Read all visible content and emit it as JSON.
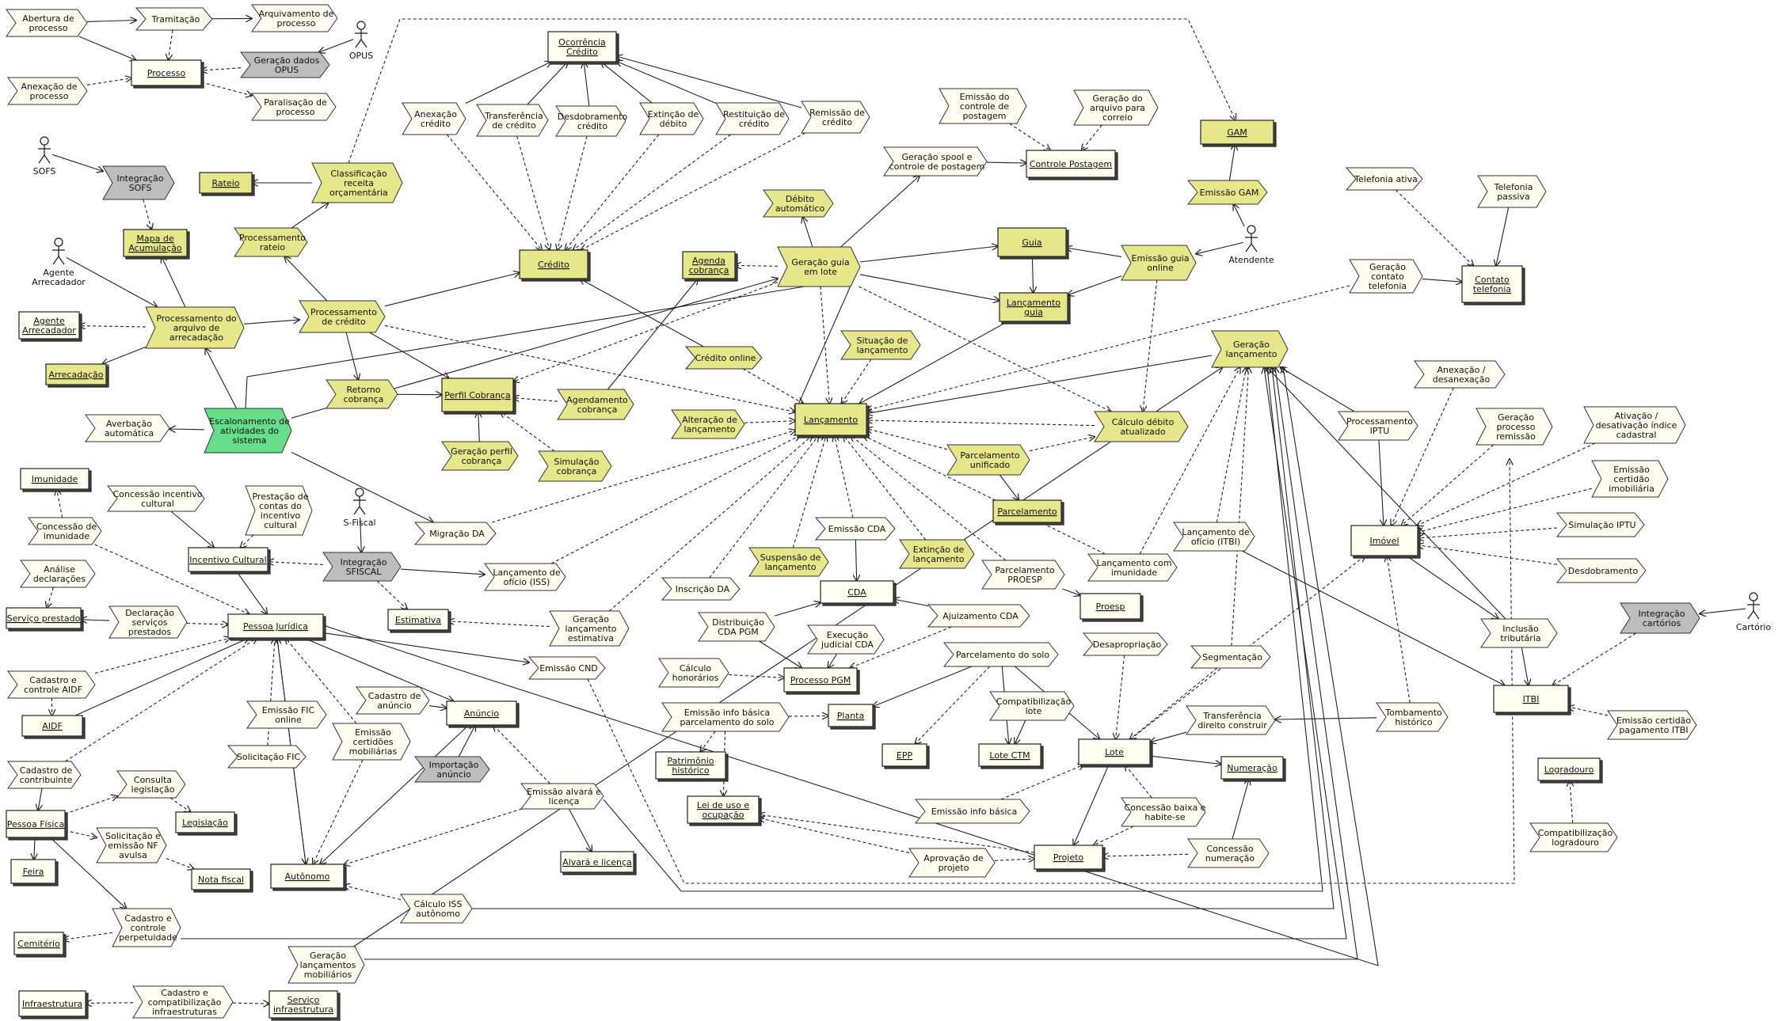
{
  "colors": {
    "entity_fill": "#fffff0",
    "entity_yellow": "#e6e68a",
    "proc_white": "#fffbee",
    "proc_yellow": "#e6e68a",
    "proc_gray": "#bdbdbd",
    "proc_green": "#66dd88",
    "edge": "#222222"
  },
  "entities": [
    {
      "id": "processo",
      "label": "Processo",
      "style": "w"
    },
    {
      "id": "rateio",
      "label": "Rateio",
      "style": "y"
    },
    {
      "id": "mapa",
      "label": "Mapa de\nAcumulação",
      "style": "y"
    },
    {
      "id": "agente",
      "label": "Agente\nArrecadador",
      "style": "w"
    },
    {
      "id": "arrec",
      "label": "Arrecadação",
      "style": "y"
    },
    {
      "id": "credito",
      "label": "Crédito",
      "style": "y"
    },
    {
      "id": "ocorr",
      "label": "Ocorrência\nCrédito",
      "style": "w"
    },
    {
      "id": "perfil",
      "label": "Perfil Cobrança",
      "style": "y"
    },
    {
      "id": "agenda",
      "label": "Agenda\ncobrança",
      "style": "y"
    },
    {
      "id": "guia",
      "label": "Guia",
      "style": "y"
    },
    {
      "id": "lguia",
      "label": "Lançamento\nguia",
      "style": "y"
    },
    {
      "id": "gam",
      "label": "GAM",
      "style": "y"
    },
    {
      "id": "cpost",
      "label": "Controle Postagem",
      "style": "w"
    },
    {
      "id": "lanc",
      "label": "Lançamento",
      "style": "y"
    },
    {
      "id": "parc",
      "label": "Parcelamento",
      "style": "y"
    },
    {
      "id": "ctel",
      "label": "Contato\ntelefonia",
      "style": "w"
    },
    {
      "id": "imunidade",
      "label": "Imunidade",
      "style": "w"
    },
    {
      "id": "incult",
      "label": "Incentivo Cultural",
      "style": "w"
    },
    {
      "id": "sprest",
      "label": "Serviço prestado",
      "style": "w"
    },
    {
      "id": "pj",
      "label": "Pessoa Jurídica",
      "style": "w"
    },
    {
      "id": "estim",
      "label": "Estimativa",
      "style": "w"
    },
    {
      "id": "aidf",
      "label": "AIDF",
      "style": "w"
    },
    {
      "id": "pf",
      "label": "Pessoa Física",
      "style": "w"
    },
    {
      "id": "legis",
      "label": "Legislação",
      "style": "w"
    },
    {
      "id": "feira",
      "label": "Feira",
      "style": "w"
    },
    {
      "id": "nfiscal",
      "label": "Nota fiscal",
      "style": "w"
    },
    {
      "id": "autonomo",
      "label": "Autônomo",
      "style": "w"
    },
    {
      "id": "anuncio",
      "label": "Anúncio",
      "style": "w"
    },
    {
      "id": "alvara",
      "label": "Alvará e licença",
      "style": "w"
    },
    {
      "id": "cemit",
      "label": "Cemitério",
      "style": "w"
    },
    {
      "id": "infra",
      "label": "Infraestrutura",
      "style": "w"
    },
    {
      "id": "sinfra",
      "label": "Serviço\ninfraestrutura",
      "style": "w"
    },
    {
      "id": "cda",
      "label": "CDA",
      "style": "w"
    },
    {
      "id": "ppgm",
      "label": "Processo PGM",
      "style": "w"
    },
    {
      "id": "planta",
      "label": "Planta",
      "style": "w"
    },
    {
      "id": "patr",
      "label": "Patrimônio\nhistórico",
      "style": "w"
    },
    {
      "id": "leiuso",
      "label": "Lei de uso e\nocupação",
      "style": "w"
    },
    {
      "id": "epp",
      "label": "EPP",
      "style": "w"
    },
    {
      "id": "lctm",
      "label": "Lote CTM",
      "style": "w"
    },
    {
      "id": "lote",
      "label": "Lote",
      "style": "w"
    },
    {
      "id": "numer",
      "label": "Numeração",
      "style": "w"
    },
    {
      "id": "projeto",
      "label": "Projeto",
      "style": "w"
    },
    {
      "id": "proesp",
      "label": "Proesp",
      "style": "w"
    },
    {
      "id": "imovel",
      "label": "Imóvel",
      "style": "w"
    },
    {
      "id": "itbi",
      "label": "ITBI",
      "style": "w"
    },
    {
      "id": "logr",
      "label": "Logradouro",
      "style": "w"
    }
  ],
  "processes": [
    {
      "id": "abert",
      "label": "Abertura de\nprocesso",
      "style": "w"
    },
    {
      "id": "tram",
      "label": "Tramitação",
      "style": "w"
    },
    {
      "id": "arqproc",
      "label": "Arquivamento de\nprocesso",
      "style": "w"
    },
    {
      "id": "gopus",
      "label": "Geração dados\nOPUS",
      "style": "g"
    },
    {
      "id": "anexproc",
      "label": "Anexação de\nprocesso",
      "style": "w"
    },
    {
      "id": "paralis",
      "label": "Paralisação de\nprocesso",
      "style": "w"
    },
    {
      "id": "isofs",
      "label": "Integração\nSOFS",
      "style": "g"
    },
    {
      "id": "classrec",
      "label": "Classificação\nreceita\norçamentária",
      "style": "y"
    },
    {
      "id": "procrat",
      "label": "Processamento\nrateio",
      "style": "y"
    },
    {
      "id": "procarq",
      "label": "Processamento do\narquivo de\narrecadação",
      "style": "y"
    },
    {
      "id": "proccred",
      "label": "Processamento\nde crédito",
      "style": "y"
    },
    {
      "id": "escal",
      "label": "Escalonamento de\natividades do\nsistema",
      "style": "gr"
    },
    {
      "id": "averb",
      "label": "Averbação\nautomática",
      "style": "w"
    },
    {
      "id": "anexcred",
      "label": "Anexação\ncrédito",
      "style": "w"
    },
    {
      "id": "transf",
      "label": "Transferência\nde crédito",
      "style": "w"
    },
    {
      "id": "desdob",
      "label": "Desdobramento\ncrédito",
      "style": "w"
    },
    {
      "id": "extdeb",
      "label": "Extinção de\ndébito",
      "style": "w"
    },
    {
      "id": "restit",
      "label": "Restituição de\ncrédito",
      "style": "w"
    },
    {
      "id": "remiss",
      "label": "Remissão de\ncrédito",
      "style": "w"
    },
    {
      "id": "retcob",
      "label": "Retorno\ncobrança",
      "style": "y"
    },
    {
      "id": "gperfil",
      "label": "Geração perfil\ncobrança",
      "style": "y"
    },
    {
      "id": "agcob",
      "label": "Agendamento\ncobrança",
      "style": "y"
    },
    {
      "id": "simcob",
      "label": "Simulação\ncobrança",
      "style": "y"
    },
    {
      "id": "migda",
      "label": "Migração DA",
      "style": "w"
    },
    {
      "id": "debaut",
      "label": "Débito\nautomático",
      "style": "y"
    },
    {
      "id": "gguia",
      "label": "Geração guia\nem lote",
      "style": "y"
    },
    {
      "id": "gspool",
      "label": "Geração spool e\ncontrole de postagem",
      "style": "w"
    },
    {
      "id": "emctrl",
      "label": "Emissão do\ncontrole de\npostagem",
      "style": "w"
    },
    {
      "id": "garqcor",
      "label": "Geração do\narquivo para\ncorreio",
      "style": "w"
    },
    {
      "id": "emgam",
      "label": "Emissão GAM",
      "style": "y"
    },
    {
      "id": "emguia",
      "label": "Emissão guia\nonline",
      "style": "y"
    },
    {
      "id": "credon",
      "label": "Crédito online",
      "style": "y"
    },
    {
      "id": "sitlanc",
      "label": "Situação de\nlançamento",
      "style": "y"
    },
    {
      "id": "altlanc",
      "label": "Alteração de\nlançamento",
      "style": "y"
    },
    {
      "id": "calcdeb",
      "label": "Cálculo débito\natualizado",
      "style": "y"
    },
    {
      "id": "parcun",
      "label": "Parcelamento\nunificado",
      "style": "y"
    },
    {
      "id": "glanc",
      "label": "Geração\nlançamento",
      "style": "y"
    },
    {
      "id": "telat",
      "label": "Telefonia ativa",
      "style": "w"
    },
    {
      "id": "telpas",
      "label": "Telefonia\npassiva",
      "style": "w"
    },
    {
      "id": "gctel",
      "label": "Geração\ncontato\ntelefonia",
      "style": "w"
    },
    {
      "id": "concinc",
      "label": "Concessão incentivo\ncultural",
      "style": "w"
    },
    {
      "id": "prestc",
      "label": "Prestação de\ncontas do\nincentivo\ncultural",
      "style": "w"
    },
    {
      "id": "concimu",
      "label": "Concessão de\nimunidade",
      "style": "w"
    },
    {
      "id": "analdec",
      "label": "Análise\ndeclarações",
      "style": "w"
    },
    {
      "id": "declserv",
      "label": "Declaração\nserviços\nprestados",
      "style": "w"
    },
    {
      "id": "isfiscal",
      "label": "Integração\nSFISCAL",
      "style": "g"
    },
    {
      "id": "lancoff",
      "label": "Lançamento de\nofício (ISS)",
      "style": "w"
    },
    {
      "id": "glancest",
      "label": "Geração\nlançamento\nestimativa",
      "style": "w"
    },
    {
      "id": "emcnd",
      "label": "Emissão CND",
      "style": "w"
    },
    {
      "id": "cadaidf",
      "label": "Cadastro e\ncontrole AIDF",
      "style": "w"
    },
    {
      "id": "emfic",
      "label": "Emissão FIC\nonline",
      "style": "w"
    },
    {
      "id": "solfic",
      "label": "Solicitação FIC",
      "style": "w"
    },
    {
      "id": "emcert",
      "label": "Emissão\ncertidões\nmobiliárias",
      "style": "w"
    },
    {
      "id": "cadanun",
      "label": "Cadastro de\nanúncio",
      "style": "w"
    },
    {
      "id": "impanun",
      "label": "Importação\nanúncio",
      "style": "g"
    },
    {
      "id": "cadcontr",
      "label": "Cadastro de\ncontribuinte",
      "style": "w"
    },
    {
      "id": "conslegis",
      "label": "Consulta\nlegislação",
      "style": "w"
    },
    {
      "id": "solnf",
      "label": "Solicitação e\nemissão NF\navulsa",
      "style": "w"
    },
    {
      "id": "emalv",
      "label": "Emissão alvará e\nlicença",
      "style": "w"
    },
    {
      "id": "calciss",
      "label": "Cálculo ISS\nautônomo",
      "style": "w"
    },
    {
      "id": "cadperp",
      "label": "Cadastro e\ncontrole\nperpetuidade",
      "style": "w"
    },
    {
      "id": "glmob",
      "label": "Geração\nlançamentos\nmobiliários",
      "style": "w"
    },
    {
      "id": "cadinfra",
      "label": "Cadastro e\ncompatibilização\ninfraestruturas",
      "style": "w"
    },
    {
      "id": "inscda",
      "label": "Inscrição DA",
      "style": "w"
    },
    {
      "id": "susplanc",
      "label": "Suspensão de\nlançamento",
      "style": "y"
    },
    {
      "id": "emcda",
      "label": "Emissão CDA",
      "style": "w"
    },
    {
      "id": "extlanc",
      "label": "Extinção de\nlançamento",
      "style": "y"
    },
    {
      "id": "parcproesp",
      "label": "Parcelamento\nPROESP",
      "style": "w"
    },
    {
      "id": "lancimun",
      "label": "Lançamento com\nimunidade",
      "style": "w"
    },
    {
      "id": "distcda",
      "label": "Distribuição\nCDA PGM",
      "style": "w"
    },
    {
      "id": "execjud",
      "label": "Execução\njudicial CDA",
      "style": "w"
    },
    {
      "id": "ajuiz",
      "label": "Ajuizamento CDA",
      "style": "w"
    },
    {
      "id": "calchon",
      "label": "Cálculo\nhonorários",
      "style": "w"
    },
    {
      "id": "eminfoparc",
      "label": "Emissão info básica\nparcelamento do solo",
      "style": "w"
    },
    {
      "id": "parcsolo",
      "label": "Parcelamento do solo",
      "style": "w"
    },
    {
      "id": "desapr",
      "label": "Desapropriação",
      "style": "w"
    },
    {
      "id": "compat",
      "label": "Compatibilização\nlote",
      "style": "w"
    },
    {
      "id": "segm",
      "label": "Segmentação",
      "style": "w"
    },
    {
      "id": "transfdir",
      "label": "Transferência\ndireito construir",
      "style": "w"
    },
    {
      "id": "tomb",
      "label": "Tombamento\nhistórico",
      "style": "w"
    },
    {
      "id": "eminfo",
      "label": "Emissão info básica",
      "style": "w"
    },
    {
      "id": "concbaixa",
      "label": "Concessão baixa e\nhabite-se",
      "style": "w"
    },
    {
      "id": "aprovproj",
      "label": "Aprovação de\nprojeto",
      "style": "w"
    },
    {
      "id": "concnum",
      "label": "Concessão\nnumeração",
      "style": "w"
    },
    {
      "id": "lancoffitbi",
      "label": "Lançamento de\nofício (ITBI)",
      "style": "w"
    },
    {
      "id": "procitpu",
      "label": "Processamento\nIPTU",
      "style": "w"
    },
    {
      "id": "anexdes",
      "label": "Anexação /\ndesanexação",
      "style": "w"
    },
    {
      "id": "gprocrem",
      "label": "Geração\nprocesso\nremissão",
      "style": "w"
    },
    {
      "id": "ativdes",
      "label": "Ativação /\ndesativação índice\ncadastral",
      "style": "w"
    },
    {
      "id": "emcertimob",
      "label": "Emissão\ncertidão\nimobiliária",
      "style": "w"
    },
    {
      "id": "simiptu",
      "label": "Simulação IPTU",
      "style": "w"
    },
    {
      "id": "desdobr",
      "label": "Desdobramento",
      "style": "w"
    },
    {
      "id": "inclus",
      "label": "Inclusão\ntributária",
      "style": "w"
    },
    {
      "id": "icart",
      "label": "Integração\ncartórios",
      "style": "g"
    },
    {
      "id": "emcertitbi",
      "label": "Emissão certidão\npagamento ITBI",
      "style": "w"
    },
    {
      "id": "compatlog",
      "label": "Compatibilização\nlogradouro",
      "style": "w"
    }
  ],
  "actors": [
    {
      "id": "opus",
      "label": "OPUS"
    },
    {
      "id": "sofs",
      "label": "SOFS"
    },
    {
      "id": "agarr",
      "label": "Agente\nArrecadador"
    },
    {
      "id": "atend",
      "label": "Atendente"
    },
    {
      "id": "sfiscal",
      "label": "S-Fiscal"
    },
    {
      "id": "cart",
      "label": "Cartório"
    }
  ]
}
